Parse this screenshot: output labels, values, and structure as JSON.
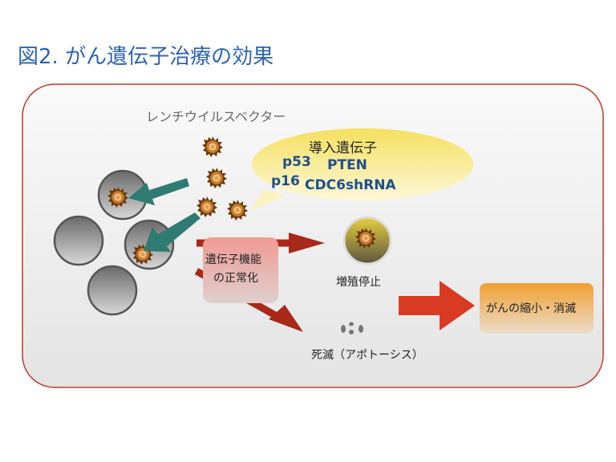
{
  "title": "図2. がん遺伝子治療の効果",
  "vector_label": "レンチウイルスベクター",
  "bubble": {
    "heading": "導入遺伝子",
    "genes": [
      "p53",
      "PTEN",
      "p16",
      "CDC6shRNA"
    ]
  },
  "normalization_box": {
    "line1": "遺伝子機能",
    "line2": "の正常化"
  },
  "outcomes": {
    "growth_arrest": "増殖停止",
    "apoptosis": "死滅（アポトーシス）"
  },
  "result_box": "がんの縮小・消滅",
  "colors": {
    "title": "#2f63b0",
    "frame": "#c0392b",
    "arrow_teal": "#2f7b72",
    "arrow_red": "#a8281a",
    "big_arrow": "#d93a22",
    "result_box": "#f0a040"
  }
}
